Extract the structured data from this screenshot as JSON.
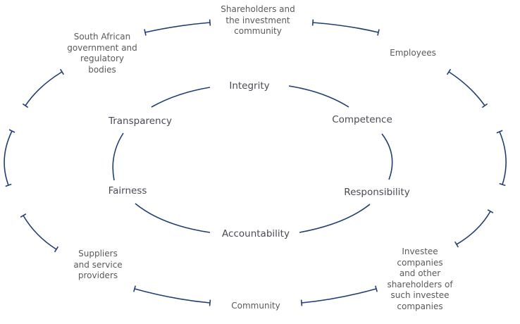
{
  "stakeholders": [
    {
      "id": "shareholders",
      "label": "Shareholders and\nthe investment\ncommunity"
    },
    {
      "id": "employees",
      "label": "Employees"
    },
    {
      "id": "investee",
      "label": "Investee\ncompanies\nand other\nshareholders of\nsuch investee\ncompanies"
    },
    {
      "id": "community",
      "label": "Community"
    },
    {
      "id": "suppliers",
      "label": "Suppliers\nand service\nproviders"
    },
    {
      "id": "government",
      "label": "South African\ngovernment and\nregulatory\nbodies"
    }
  ],
  "values": [
    {
      "id": "integrity",
      "label": "Integrity"
    },
    {
      "id": "competence",
      "label": "Competence"
    },
    {
      "id": "responsibility",
      "label": "Responsibility"
    },
    {
      "id": "accountability",
      "label": "Accountability"
    },
    {
      "id": "fairness",
      "label": "Fairness"
    },
    {
      "id": "transparency",
      "label": "Transparency"
    }
  ],
  "colors": {
    "line": "#1f3f73",
    "text": "#5a5a5a"
  }
}
